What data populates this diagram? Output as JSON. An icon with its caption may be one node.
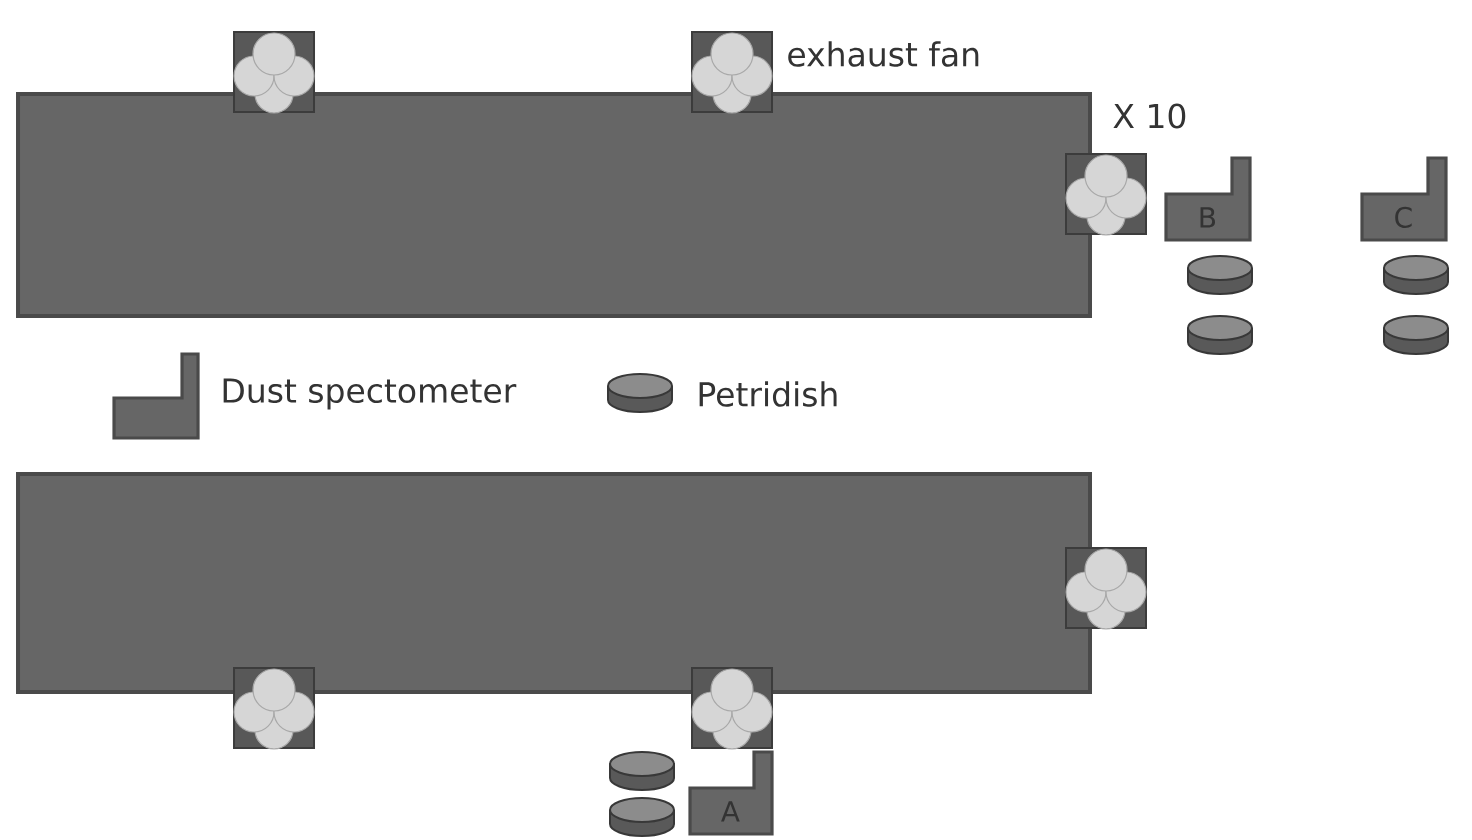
{
  "diagram": {
    "nodes": [
      {
        "text": [],
        "shape": "box"
      },
      {
        "text": [
          "B"
        ]
      },
      {
        "text": [
          "C"
        ]
      },
      {
        "text": [],
        "shape": "box"
      },
      {
        "text": [
          "A"
        ]
      }
    ],
    "labels": [
      "exhaust fan",
      "X 10"
    ],
    "legend": [
      {
        "text": "Dust spectometer"
      },
      {
        "text": "Petridish"
      }
    ]
  }
}
